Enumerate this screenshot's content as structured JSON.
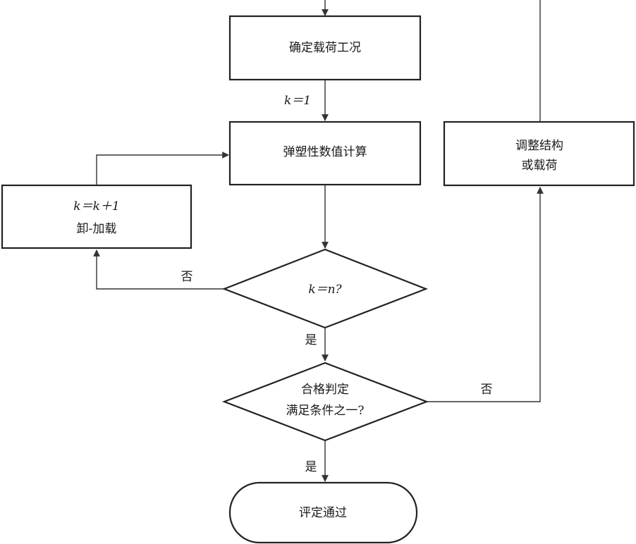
{
  "nodes": {
    "determine_load": {
      "text": "确定载荷工况"
    },
    "elastoplastic": {
      "text": "弹塑性数值计算"
    },
    "unload_reload": {
      "line1": "k＝k＋1",
      "line2": "卸-加载"
    },
    "check_k": {
      "text": "k＝n?"
    },
    "acceptance": {
      "line1": "合格判定",
      "line2": "满足条件之一?"
    },
    "adjust": {
      "line1": "调整结构",
      "line2": "或载荷"
    },
    "pass": {
      "text": "评定通过"
    }
  },
  "edge_labels": {
    "k_init": "k＝1",
    "no_left": "否",
    "yes_1": "是",
    "no_right": "否",
    "yes_2": "是"
  }
}
